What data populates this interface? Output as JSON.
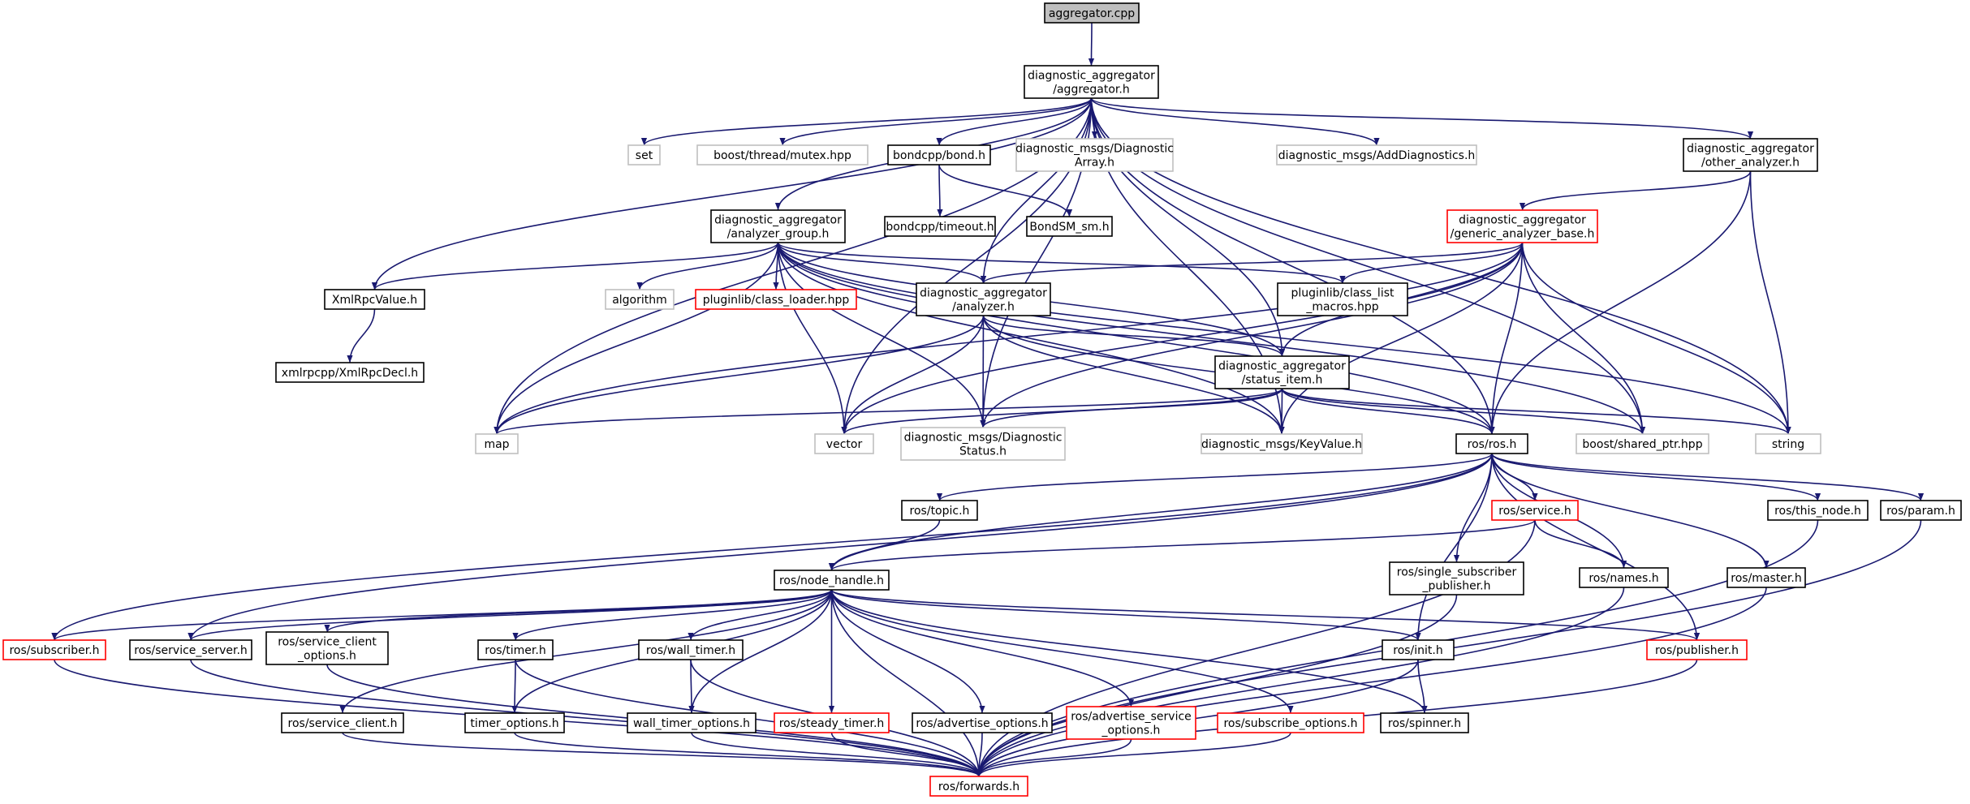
{
  "nodes": [
    {
      "id": "aggregator_cpp",
      "lines": [
        "aggregator.cpp"
      ],
      "kind": "root"
    },
    {
      "id": "aggregator_h",
      "lines": [
        "diagnostic_aggregator",
        "/aggregator.h"
      ],
      "kind": "black"
    },
    {
      "id": "set",
      "lines": [
        "set"
      ],
      "kind": "gray"
    },
    {
      "id": "boost_mutex",
      "lines": [
        "boost/thread/mutex.hpp"
      ],
      "kind": "gray"
    },
    {
      "id": "bond_h",
      "lines": [
        "bondcpp/bond.h"
      ],
      "kind": "black"
    },
    {
      "id": "diag_array",
      "lines": [
        "diagnostic_msgs/Diagnostic",
        "Array.h"
      ],
      "kind": "gray"
    },
    {
      "id": "add_diag",
      "lines": [
        "diagnostic_msgs/AddDiagnostics.h"
      ],
      "kind": "gray"
    },
    {
      "id": "other_analyzer",
      "lines": [
        "diagnostic_aggregator",
        "/other_analyzer.h"
      ],
      "kind": "black"
    },
    {
      "id": "bond_timeout",
      "lines": [
        "bondcpp/timeout.h"
      ],
      "kind": "black"
    },
    {
      "id": "bondsm",
      "lines": [
        "BondSM_sm.h"
      ],
      "kind": "black"
    },
    {
      "id": "analyzer_group",
      "lines": [
        "diagnostic_aggregator",
        "/analyzer_group.h"
      ],
      "kind": "black"
    },
    {
      "id": "generic_base",
      "lines": [
        "diagnostic_aggregator",
        "/generic_analyzer_base.h"
      ],
      "kind": "red"
    },
    {
      "id": "xmlrpcvalue",
      "lines": [
        "XmlRpcValue.h"
      ],
      "kind": "black"
    },
    {
      "id": "algorithm",
      "lines": [
        "algorithm"
      ],
      "kind": "gray"
    },
    {
      "id": "class_loader",
      "lines": [
        "pluginlib/class_loader.hpp"
      ],
      "kind": "red"
    },
    {
      "id": "analyzer_h",
      "lines": [
        "diagnostic_aggregator",
        "/analyzer.h"
      ],
      "kind": "black"
    },
    {
      "id": "class_list",
      "lines": [
        "pluginlib/class_list",
        "_macros.hpp"
      ],
      "kind": "black"
    },
    {
      "id": "xmlrpcdecl",
      "lines": [
        "xmlrpcpp/XmlRpcDecl.h"
      ],
      "kind": "black"
    },
    {
      "id": "status_item",
      "lines": [
        "diagnostic_aggregator",
        "/status_item.h"
      ],
      "kind": "black"
    },
    {
      "id": "map",
      "lines": [
        "map"
      ],
      "kind": "gray"
    },
    {
      "id": "vector",
      "lines": [
        "vector"
      ],
      "kind": "gray"
    },
    {
      "id": "diag_status",
      "lines": [
        "diagnostic_msgs/Diagnostic",
        "Status.h"
      ],
      "kind": "gray"
    },
    {
      "id": "keyvalue",
      "lines": [
        "diagnostic_msgs/KeyValue.h"
      ],
      "kind": "gray"
    },
    {
      "id": "ros_h",
      "lines": [
        "ros/ros.h"
      ],
      "kind": "black"
    },
    {
      "id": "shared_ptr",
      "lines": [
        "boost/shared_ptr.hpp"
      ],
      "kind": "gray"
    },
    {
      "id": "string",
      "lines": [
        "string"
      ],
      "kind": "gray"
    },
    {
      "id": "topic",
      "lines": [
        "ros/topic.h"
      ],
      "kind": "black"
    },
    {
      "id": "service",
      "lines": [
        "ros/service.h"
      ],
      "kind": "red"
    },
    {
      "id": "this_node",
      "lines": [
        "ros/this_node.h"
      ],
      "kind": "black"
    },
    {
      "id": "param",
      "lines": [
        "ros/param.h"
      ],
      "kind": "black"
    },
    {
      "id": "node_handle",
      "lines": [
        "ros/node_handle.h"
      ],
      "kind": "black"
    },
    {
      "id": "single_sub",
      "lines": [
        "ros/single_subscriber",
        "_publisher.h"
      ],
      "kind": "black"
    },
    {
      "id": "names",
      "lines": [
        "ros/names.h"
      ],
      "kind": "black"
    },
    {
      "id": "master",
      "lines": [
        "ros/master.h"
      ],
      "kind": "black"
    },
    {
      "id": "subscriber",
      "lines": [
        "ros/subscriber.h"
      ],
      "kind": "red"
    },
    {
      "id": "service_server",
      "lines": [
        "ros/service_server.h"
      ],
      "kind": "black"
    },
    {
      "id": "service_client_opts",
      "lines": [
        "ros/service_client",
        "_options.h"
      ],
      "kind": "black"
    },
    {
      "id": "timer",
      "lines": [
        "ros/timer.h"
      ],
      "kind": "black"
    },
    {
      "id": "wall_timer",
      "lines": [
        "ros/wall_timer.h"
      ],
      "kind": "black"
    },
    {
      "id": "init",
      "lines": [
        "ros/init.h"
      ],
      "kind": "black"
    },
    {
      "id": "publisher",
      "lines": [
        "ros/publisher.h"
      ],
      "kind": "red"
    },
    {
      "id": "service_client",
      "lines": [
        "ros/service_client.h"
      ],
      "kind": "black"
    },
    {
      "id": "timer_opts",
      "lines": [
        "timer_options.h"
      ],
      "kind": "black"
    },
    {
      "id": "wall_timer_opts",
      "lines": [
        "wall_timer_options.h"
      ],
      "kind": "black"
    },
    {
      "id": "steady_timer",
      "lines": [
        "ros/steady_timer.h"
      ],
      "kind": "red"
    },
    {
      "id": "advertise_opts",
      "lines": [
        "ros/advertise_options.h"
      ],
      "kind": "black"
    },
    {
      "id": "advertise_service_opts",
      "lines": [
        "ros/advertise_service",
        "_options.h"
      ],
      "kind": "red"
    },
    {
      "id": "subscribe_opts",
      "lines": [
        "ros/subscribe_options.h"
      ],
      "kind": "red"
    },
    {
      "id": "spinner",
      "lines": [
        "ros/spinner.h"
      ],
      "kind": "black"
    },
    {
      "id": "forwards",
      "lines": [
        "ros/forwards.h"
      ],
      "kind": "red"
    }
  ],
  "edges": [
    [
      "aggregator_cpp",
      "aggregator_h"
    ],
    [
      "aggregator_h",
      "set"
    ],
    [
      "aggregator_h",
      "boost_mutex"
    ],
    [
      "aggregator_h",
      "bond_h"
    ],
    [
      "aggregator_h",
      "diag_array"
    ],
    [
      "aggregator_h",
      "add_diag"
    ],
    [
      "aggregator_h",
      "other_analyzer"
    ],
    [
      "aggregator_h",
      "analyzer_group"
    ],
    [
      "aggregator_h",
      "xmlrpcvalue"
    ],
    [
      "aggregator_h",
      "map"
    ],
    [
      "aggregator_h",
      "vector"
    ],
    [
      "aggregator_h",
      "analyzer_h"
    ],
    [
      "aggregator_h",
      "status_item"
    ],
    [
      "aggregator_h",
      "diag_status"
    ],
    [
      "aggregator_h",
      "keyvalue"
    ],
    [
      "aggregator_h",
      "ros_h"
    ],
    [
      "aggregator_h",
      "shared_ptr"
    ],
    [
      "aggregator_h",
      "string"
    ],
    [
      "bond_h",
      "bond_timeout"
    ],
    [
      "bond_h",
      "bondsm"
    ],
    [
      "other_analyzer",
      "generic_base"
    ],
    [
      "other_analyzer",
      "ros_h"
    ],
    [
      "other_analyzer",
      "string"
    ],
    [
      "analyzer_group",
      "xmlrpcvalue"
    ],
    [
      "analyzer_group",
      "algorithm"
    ],
    [
      "analyzer_group",
      "class_loader"
    ],
    [
      "analyzer_group",
      "analyzer_h"
    ],
    [
      "analyzer_group",
      "class_list"
    ],
    [
      "analyzer_group",
      "status_item"
    ],
    [
      "analyzer_group",
      "map"
    ],
    [
      "analyzer_group",
      "vector"
    ],
    [
      "analyzer_group",
      "diag_status"
    ],
    [
      "analyzer_group",
      "keyvalue"
    ],
    [
      "analyzer_group",
      "ros_h"
    ],
    [
      "analyzer_group",
      "shared_ptr"
    ],
    [
      "analyzer_group",
      "string"
    ],
    [
      "generic_base",
      "analyzer_h"
    ],
    [
      "generic_base",
      "class_list"
    ],
    [
      "generic_base",
      "status_item"
    ],
    [
      "generic_base",
      "map"
    ],
    [
      "generic_base",
      "vector"
    ],
    [
      "generic_base",
      "diag_status"
    ],
    [
      "generic_base",
      "keyvalue"
    ],
    [
      "generic_base",
      "ros_h"
    ],
    [
      "generic_base",
      "shared_ptr"
    ],
    [
      "generic_base",
      "string"
    ],
    [
      "xmlrpcvalue",
      "xmlrpcdecl"
    ],
    [
      "analyzer_h",
      "status_item"
    ],
    [
      "analyzer_h",
      "map"
    ],
    [
      "analyzer_h",
      "vector"
    ],
    [
      "analyzer_h",
      "diag_status"
    ],
    [
      "analyzer_h",
      "keyvalue"
    ],
    [
      "analyzer_h",
      "ros_h"
    ],
    [
      "status_item",
      "map"
    ],
    [
      "status_item",
      "vector"
    ],
    [
      "status_item",
      "diag_status"
    ],
    [
      "status_item",
      "keyvalue"
    ],
    [
      "status_item",
      "ros_h"
    ],
    [
      "status_item",
      "shared_ptr"
    ],
    [
      "status_item",
      "string"
    ],
    [
      "ros_h",
      "topic"
    ],
    [
      "ros_h",
      "service"
    ],
    [
      "ros_h",
      "this_node"
    ],
    [
      "ros_h",
      "param"
    ],
    [
      "ros_h",
      "node_handle"
    ],
    [
      "ros_h",
      "single_sub"
    ],
    [
      "ros_h",
      "names"
    ],
    [
      "ros_h",
      "master"
    ],
    [
      "ros_h",
      "subscriber"
    ],
    [
      "ros_h",
      "service_server"
    ],
    [
      "ros_h",
      "init"
    ],
    [
      "ros_h",
      "publisher"
    ],
    [
      "topic",
      "node_handle"
    ],
    [
      "service",
      "node_handle"
    ],
    [
      "service",
      "names"
    ],
    [
      "service",
      "forwards"
    ],
    [
      "this_node",
      "forwards"
    ],
    [
      "param",
      "forwards"
    ],
    [
      "node_handle",
      "subscriber"
    ],
    [
      "node_handle",
      "service_server"
    ],
    [
      "node_handle",
      "service_client_opts"
    ],
    [
      "node_handle",
      "timer"
    ],
    [
      "node_handle",
      "wall_timer"
    ],
    [
      "node_handle",
      "init"
    ],
    [
      "node_handle",
      "publisher"
    ],
    [
      "node_handle",
      "service_client"
    ],
    [
      "node_handle",
      "timer_opts"
    ],
    [
      "node_handle",
      "wall_timer_opts"
    ],
    [
      "node_handle",
      "steady_timer"
    ],
    [
      "node_handle",
      "advertise_opts"
    ],
    [
      "node_handle",
      "advertise_service_opts"
    ],
    [
      "node_handle",
      "subscribe_opts"
    ],
    [
      "node_handle",
      "spinner"
    ],
    [
      "node_handle",
      "forwards"
    ],
    [
      "single_sub",
      "forwards"
    ],
    [
      "names",
      "forwards"
    ],
    [
      "master",
      "forwards"
    ],
    [
      "subscriber",
      "forwards"
    ],
    [
      "service_server",
      "forwards"
    ],
    [
      "service_client_opts",
      "forwards"
    ],
    [
      "timer",
      "timer_opts"
    ],
    [
      "timer",
      "forwards"
    ],
    [
      "wall_timer",
      "wall_timer_opts"
    ],
    [
      "wall_timer",
      "forwards"
    ],
    [
      "init",
      "spinner"
    ],
    [
      "init",
      "forwards"
    ],
    [
      "publisher",
      "forwards"
    ],
    [
      "service_client",
      "forwards"
    ],
    [
      "timer_opts",
      "forwards"
    ],
    [
      "wall_timer_opts",
      "forwards"
    ],
    [
      "steady_timer",
      "forwards"
    ],
    [
      "advertise_opts",
      "forwards"
    ],
    [
      "advertise_service_opts",
      "forwards"
    ],
    [
      "subscribe_opts",
      "forwards"
    ]
  ]
}
